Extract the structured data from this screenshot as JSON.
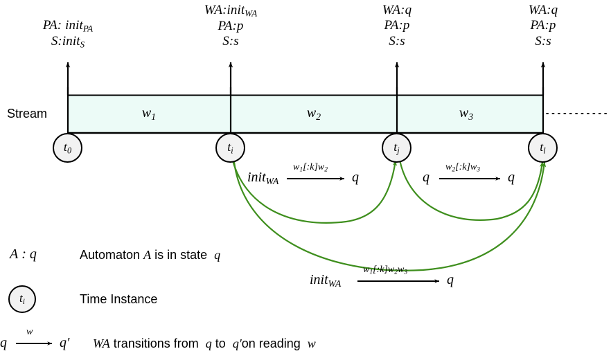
{
  "diagram": {
    "stream_row_label": "Stream",
    "continuation": "dotted-line",
    "colors": {
      "arc_green": "#3f8f1e",
      "bar_fill": "#ecfbf7",
      "circle_fill": "#f2f2f2",
      "stroke": "#000000"
    }
  },
  "timeline": {
    "instances": [
      {
        "name": "t-0",
        "label_base": "t",
        "label_sub": "0"
      },
      {
        "name": "t-i",
        "label_base": "t",
        "label_sub": "i"
      },
      {
        "name": "t-j",
        "label_base": "t",
        "label_sub": "j"
      },
      {
        "name": "t-l",
        "label_base": "t",
        "label_sub": "l"
      }
    ],
    "windows": [
      {
        "name": "w-1",
        "base": "w",
        "sub": "1"
      },
      {
        "name": "w-2",
        "base": "w",
        "sub": "2"
      },
      {
        "name": "w-3",
        "base": "w",
        "sub": "3"
      }
    ]
  },
  "state_labels": [
    {
      "at": "t-0",
      "lines": [
        {
          "automaton": "PA",
          "sep": ":",
          "state_base": "init",
          "state_sub": "PA"
        },
        {
          "automaton": "S",
          "sep": ":",
          "state_base": "init",
          "state_sub": "S"
        }
      ]
    },
    {
      "at": "t-i",
      "lines": [
        {
          "automaton": "WA",
          "sep": ":",
          "state_base": "init",
          "state_sub": "WA"
        },
        {
          "automaton": "PA",
          "sep": ":",
          "state_base": "p",
          "state_sub": ""
        },
        {
          "automaton": "S",
          "sep": ":",
          "state_base": "s",
          "state_sub": ""
        }
      ]
    },
    {
      "at": "t-j",
      "lines": [
        {
          "automaton": "WA",
          "sep": ":",
          "state_base": "q",
          "state_sub": ""
        },
        {
          "automaton": "PA",
          "sep": ":",
          "state_base": "p",
          "state_sub": ""
        },
        {
          "automaton": "S",
          "sep": ":",
          "state_base": "s",
          "state_sub": ""
        }
      ]
    },
    {
      "at": "t-l",
      "lines": [
        {
          "automaton": "WA",
          "sep": ":",
          "state_base": "q",
          "state_sub": ""
        },
        {
          "automaton": "PA",
          "sep": ":",
          "state_base": "p",
          "state_sub": ""
        },
        {
          "automaton": "S",
          "sep": ":",
          "state_base": "s",
          "state_sub": ""
        }
      ]
    }
  ],
  "transitions": [
    {
      "name": "transition-ti-tj",
      "from_base": "init",
      "from_sub": "WA",
      "to": "q",
      "word": "w1[:k]w2"
    },
    {
      "name": "transition-tj-tl",
      "from_base": "q",
      "from_sub": "",
      "to": "q",
      "word": "w2[:k]w3"
    },
    {
      "name": "transition-ti-tl",
      "from_base": "init",
      "from_sub": "WA",
      "to": "q",
      "word": "w1[:k]w2w3"
    }
  ],
  "legend": [
    {
      "name": "legend-state-notation",
      "key_kind": "text",
      "key_text": "A : q",
      "description_parts": [
        "Automaton ",
        "A",
        " is in state ",
        "q"
      ]
    },
    {
      "name": "legend-time-instance",
      "key_kind": "circle",
      "key_text": "t i",
      "description": "Time Instance"
    },
    {
      "name": "legend-transition",
      "key_kind": "arrow",
      "key_text": "q -w-> q'",
      "description_parts": [
        "WA",
        " transitions from ",
        "q",
        " to ",
        "q'",
        "on reading ",
        "w"
      ]
    }
  ]
}
